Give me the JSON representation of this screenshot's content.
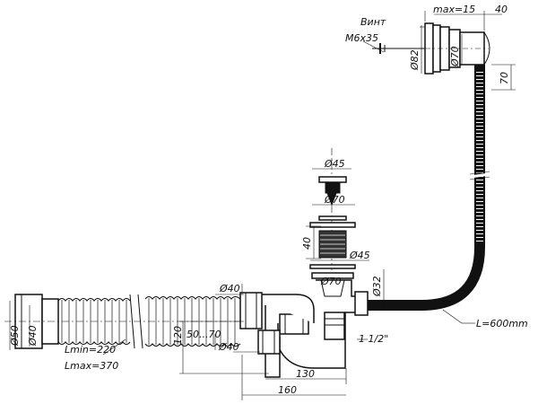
{
  "labels": {
    "screw_title": "Винт",
    "screw_size": "M6x35",
    "max_15": "max=15",
    "d40_top": "40",
    "d82": "Ø82",
    "d70_top": "Ø70",
    "d70_side": "70",
    "d45_top": "Ø45",
    "d70_mid": "Ø70",
    "d40_mid": "40",
    "d45_mid": "Ø45",
    "d70_lower": "Ø70",
    "d32": "Ø32",
    "hose_length": "L=600mm",
    "d50": "Ø50",
    "d40_left": "Ø40",
    "lmin": "Lmin=220",
    "lmax": "Lmax=370",
    "d40_siphon": "Ø40",
    "h120": "120",
    "r50_70": "50...70",
    "d40_bottom": "Ø40",
    "thread": "1 1/2\"",
    "w130": "130",
    "w160": "160"
  }
}
